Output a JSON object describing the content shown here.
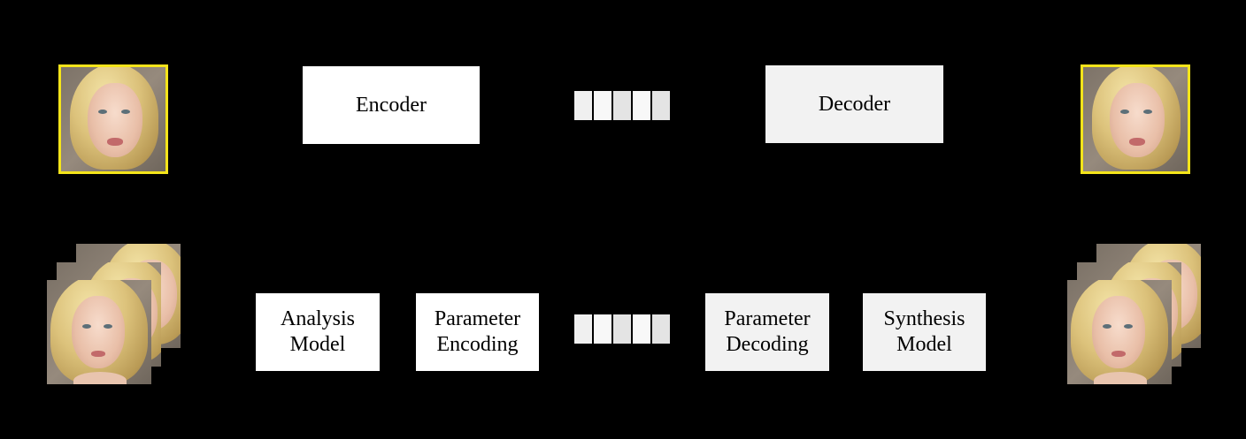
{
  "top_row": {
    "encoder_label": "Encoder",
    "decoder_label": "Decoder"
  },
  "bottom_row": {
    "analysis_label": "Analysis\nModel",
    "param_encoding_label": "Parameter\nEncoding",
    "param_decoding_label": "Parameter\nDecoding",
    "synthesis_label": "Synthesis\nModel"
  },
  "colors": {
    "background": "#000000",
    "highlight_frame": "#f4e41a",
    "box_white": "#ffffff",
    "box_grey": "#f2f2f2"
  }
}
